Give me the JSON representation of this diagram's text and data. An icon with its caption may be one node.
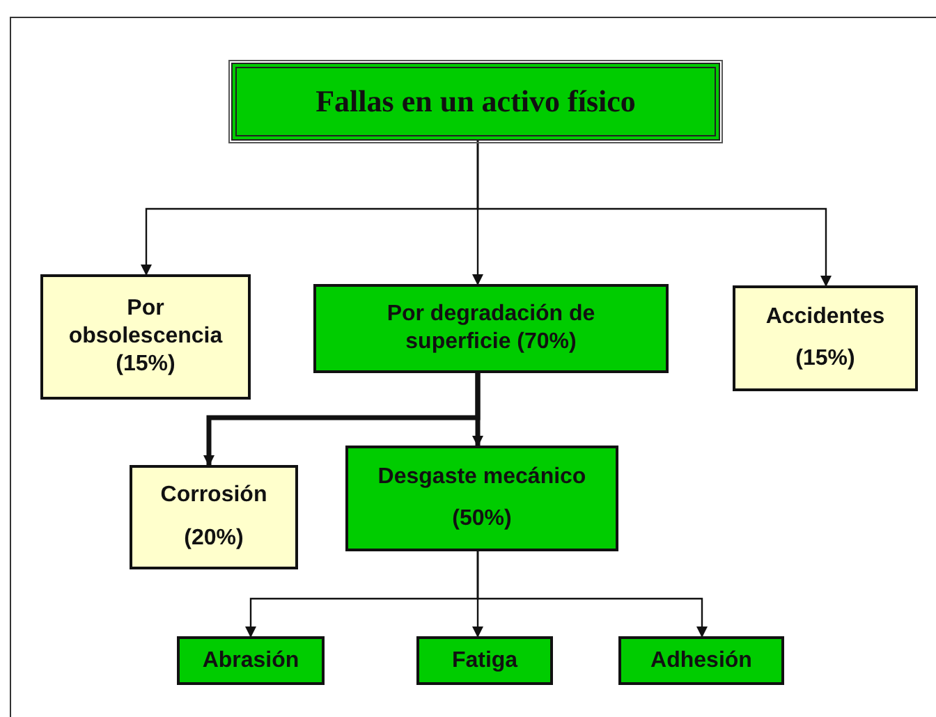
{
  "diagram": {
    "nodes": [
      {
        "text": [
          "Fallas en un activo físico"
        ]
      },
      {
        "text": [
          "Por obsolescencia (15%)"
        ]
      },
      {
        "text": [
          "Por degradación de superficie (70%)"
        ]
      },
      {
        "text": [
          "Accidentes",
          "(15%)"
        ]
      },
      {
        "text": [
          "Corrosión",
          "(20%)"
        ]
      },
      {
        "text": [
          "Desgaste mecánico",
          "(50%)"
        ]
      },
      {
        "text": [
          "Abrasión"
        ]
      },
      {
        "text": [
          "Fatiga"
        ]
      },
      {
        "text": [
          "Adhesión"
        ]
      }
    ],
    "edges": [
      {
        "from": 0,
        "to": 1,
        "arrow": "to"
      },
      {
        "from": 0,
        "to": 2,
        "arrow": "to"
      },
      {
        "from": 0,
        "to": 3,
        "arrow": "to"
      },
      {
        "from": 2,
        "to": 4,
        "arrow": "to",
        "style": "thick"
      },
      {
        "from": 2,
        "to": 5,
        "arrow": "to",
        "style": "thick"
      },
      {
        "from": 5,
        "to": 6,
        "arrow": "to"
      },
      {
        "from": 5,
        "to": 7,
        "arrow": "to"
      },
      {
        "from": 5,
        "to": 8,
        "arrow": "to"
      }
    ]
  }
}
